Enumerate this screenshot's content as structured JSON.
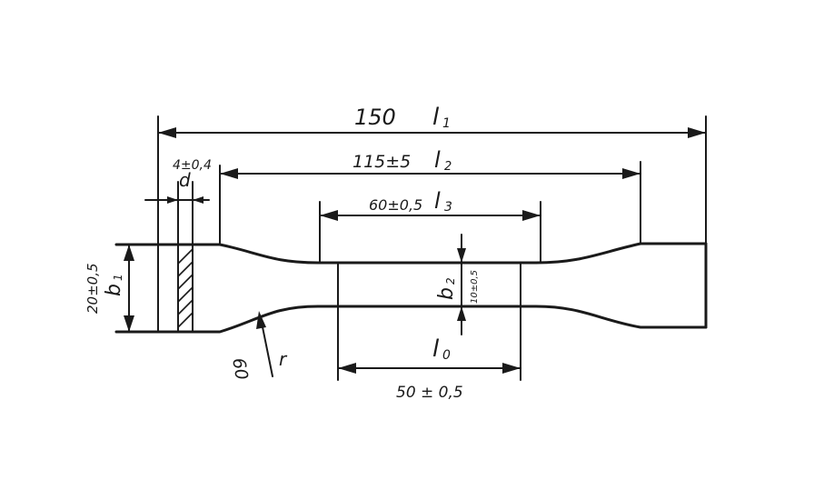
{
  "labels": {
    "total_length": "150",
    "l1": "l",
    "l1_sub": "1",
    "grip_gap": "115±5",
    "l2": "l",
    "l2_sub": "2",
    "narrow_length": "60±0,5",
    "l3": "l",
    "l3_sub": "3",
    "thickness": "4±0,4",
    "d": "d",
    "grip_width": "20±0,5",
    "b1": "b",
    "b1_sub": "1",
    "b2": "b",
    "b2_sub": "2",
    "narrow_width": "10±0,5",
    "l0": "l",
    "l0_sub": "0",
    "gauge_length": "50 ± 0,5",
    "radius_value": "60",
    "r": "r"
  },
  "colors": {
    "ink": "#1a1a1a",
    "paper": "#ffffff"
  }
}
